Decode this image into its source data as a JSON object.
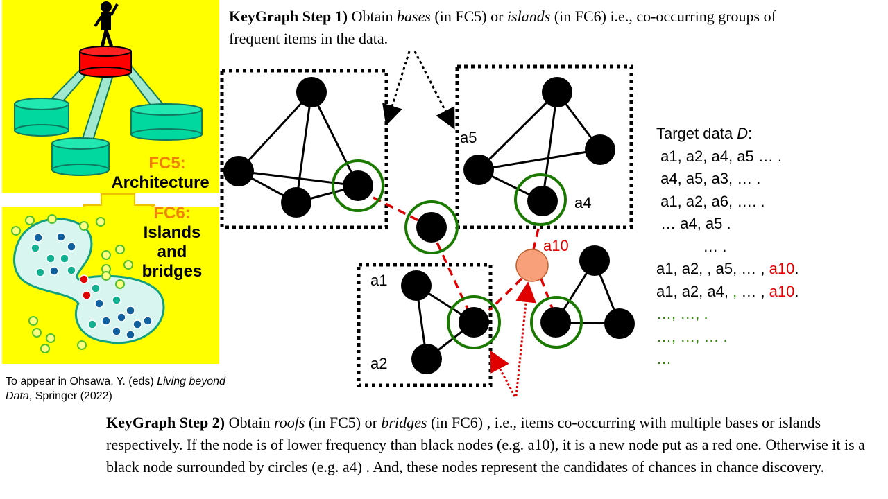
{
  "panels": {
    "fc5_label_line1": "FC5:",
    "fc5_label_line2": "Architecture",
    "fc6_label_line1": "FC6:",
    "fc6_label_line2": "Islands",
    "fc6_label_line3": "and",
    "fc6_label_line4": "bridges"
  },
  "citation": {
    "prefix": "To appear in Ohsawa, Y. (eds) ",
    "title": "Living beyond Data",
    "suffix": ", Springer (2022)"
  },
  "step1": {
    "heading": "KeyGraph Step 1)",
    "t1": " Obtain ",
    "bases": "bases",
    "t2": " (in FC5) or ",
    "islands": "islands",
    "t3": " (in FC6) i.e., co-occurring groups of frequent items in the data."
  },
  "step2": {
    "heading": "KeyGraph Step 2)",
    "t1": " Obtain ",
    "roofs": "roofs",
    "t2": " (in FC5) or ",
    "bridges": "bridges",
    "t3": " (in FC6) , i.e., items co-occurring with multiple bases or islands respectively. If the node is of lower frequency than black nodes (e.g. a10), it is a new node put as a red one. Otherwise it is a black node surrounded by circles (e.g. a4) . And, these nodes represent the candidates of chances in chance discovery."
  },
  "node_labels": {
    "a5": "a5",
    "a4": "a4",
    "a10": "a10",
    "a1": "a1",
    "a2": "a2"
  },
  "target_data": {
    "title_prefix": "Target data ",
    "title_var": "D",
    "title_suffix": ":",
    "row1": " a1, a2, a4, a5 … .",
    "row2": " a4, a5, a3, … .",
    "row3": " a1, a2, a6, …. .",
    "row4": " … a4, a5 .",
    "row5": "           … .",
    "row6_main": "a1, a2, , a5, … , ",
    "row6_red": "a10",
    "row6_end": ".",
    "row7_main": "a1, a2, a4, ",
    "row7_green": ",",
    "row7_mid": " … , ",
    "row7_red": "a10",
    "row7_end": ".",
    "row8": "…, …, .",
    "row9": "…, …, … .",
    "row10": "…"
  },
  "colors": {
    "panel_yellow": "#ffff00",
    "node_black": "#000000",
    "ring_green": "#1a7a00",
    "bridge_red": "#e00000",
    "new_node_orange": "#f7a07a",
    "cylinder_green": "#00e0a0",
    "roof_red": "#ff0000"
  }
}
